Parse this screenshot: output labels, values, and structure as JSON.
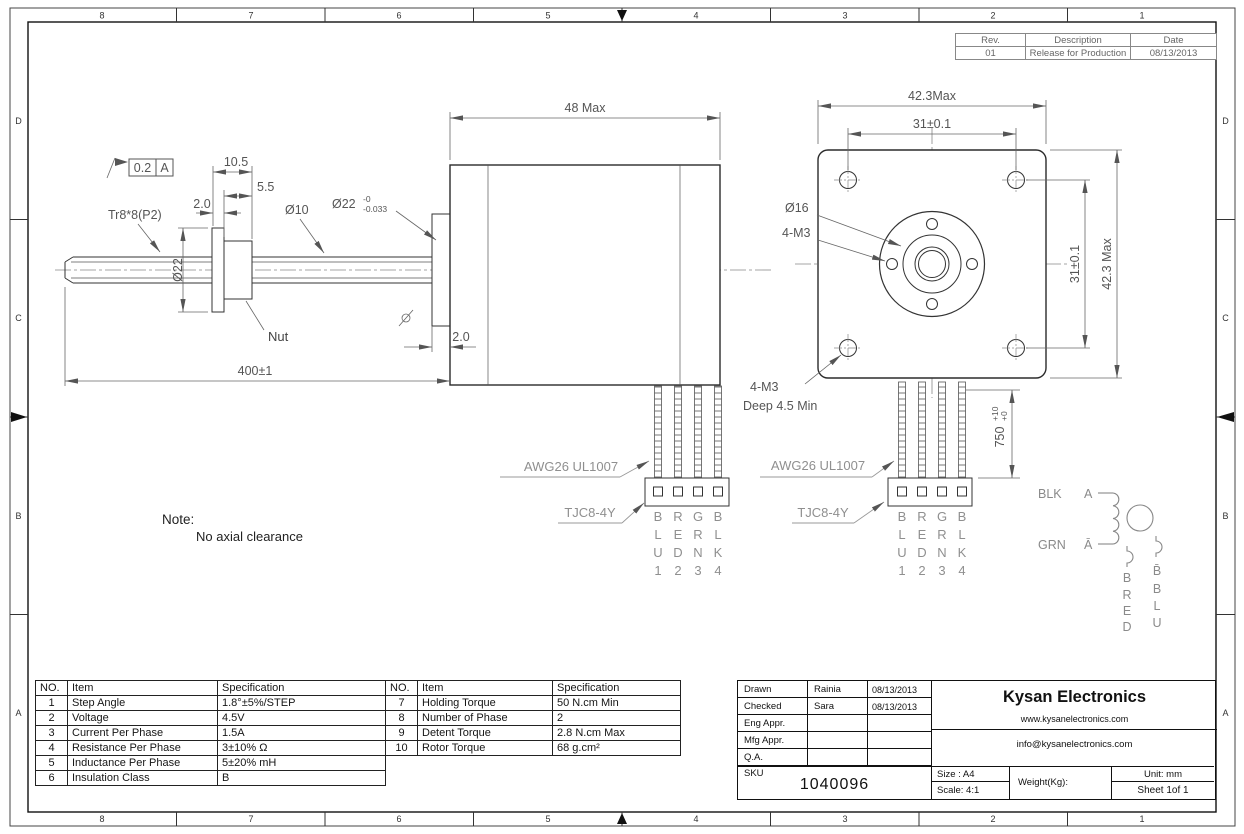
{
  "sheet": {
    "grid_cols": [
      "8",
      "7",
      "6",
      "5",
      "4",
      "3",
      "2",
      "1"
    ],
    "grid_rows": [
      "D",
      "C",
      "B",
      "A"
    ]
  },
  "revision": {
    "headers": [
      "Rev.",
      "Description",
      "Date"
    ],
    "row": [
      "01",
      "Release for Production",
      "08/13/2013"
    ]
  },
  "side_view": {
    "flag_tol": "0.2",
    "flag_datum": "A",
    "dim_nut_total": "10.5",
    "dim_nut_body": "5.5",
    "dim_flange_width": "2.0",
    "thread_callout": "Tr8*8(P2)",
    "dim_shaft": "Ø10",
    "dim_pilot": {
      "base": "Ø22",
      "sup": "-0",
      "sub": "-0.033"
    },
    "dim_nut_dia": "Ø22",
    "dim_body_length": "48 Max",
    "nut_label": "Nut",
    "dim_screw_length": "400±1",
    "dim_boss": "2.0",
    "note_title": "Note:",
    "note_body": "No axial clearance"
  },
  "front_view": {
    "dim_width": "42.3Max",
    "dim_hole_span_top": "31±0.1",
    "dim_hole_span_right": "31±0.1",
    "dim_height": "42.3 Max",
    "dim_pilot": "Ø16",
    "dim_mount_holes": "4-M3",
    "dim_rear_holes": "4-M3",
    "dim_rear_holes_depth": "Deep 4.5 Min",
    "dim_wire_length": {
      "base": "750",
      "sup": "+10",
      "sub": "+0"
    }
  },
  "wiring": {
    "awg_label": "AWG26 UL1007",
    "connector_label": "TJC8-4Y",
    "pins": [
      [
        "B",
        "L",
        "U",
        "1"
      ],
      [
        "R",
        "E",
        "D",
        "2"
      ],
      [
        "G",
        "R",
        "N",
        "3"
      ],
      [
        "B",
        "L",
        "K",
        "4"
      ]
    ]
  },
  "schematic": {
    "phase_a_wire": "BLK",
    "phase_a": "A",
    "phase_abar_wire": "GRN",
    "phase_abar": "Ā",
    "phase_b_col": [
      "B",
      "R",
      "E",
      "D"
    ],
    "phase_bbar_col": [
      "B̄",
      "B",
      "L",
      "U"
    ]
  },
  "spec_left": {
    "headers": [
      "NO.",
      "Item",
      "Specification"
    ],
    "rows": [
      [
        "1",
        "Step Angle",
        "1.8°±5%/STEP"
      ],
      [
        "2",
        "Voltage",
        "4.5V"
      ],
      [
        "3",
        "Current  Per Phase",
        "1.5A"
      ],
      [
        "4",
        "Resistance Per Phase",
        "3±10% Ω"
      ],
      [
        "5",
        "Inductance Per Phase",
        "5±20% mH"
      ],
      [
        "6",
        "Insulation Class",
        "B"
      ]
    ]
  },
  "spec_right": {
    "headers": [
      "NO.",
      "Item",
      "Specification"
    ],
    "rows": [
      [
        "7",
        "Holding Torque",
        "50 N.cm Min"
      ],
      [
        "8",
        "Number of Phase",
        "2"
      ],
      [
        "9",
        "Detent Torque",
        "2.8 N.cm Max"
      ],
      [
        "10",
        "Rotor Torque",
        "68 g.cm²"
      ]
    ]
  },
  "title_block": {
    "rows": [
      {
        "label": "Drawn",
        "name": "Rainia",
        "date": "08/13/2013"
      },
      {
        "label": "Checked",
        "name": "Sara",
        "date": "08/13/2013"
      },
      {
        "label": "Eng Appr.",
        "name": "",
        "date": ""
      },
      {
        "label": "Mfg Appr.",
        "name": "",
        "date": ""
      },
      {
        "label": "Q.A.",
        "name": "",
        "date": ""
      }
    ],
    "company": "Kysan Electronics",
    "website": "www.kysanelectronics.com",
    "email": "info@kysanelectronics.com",
    "sku_label": "SKU",
    "sku": "1040096",
    "size": "Size : A4",
    "scale": "Scale: 4:1",
    "weight": "Weight(Kg):",
    "unit": "Unit: mm",
    "sheet": "Sheet 1of 1"
  }
}
